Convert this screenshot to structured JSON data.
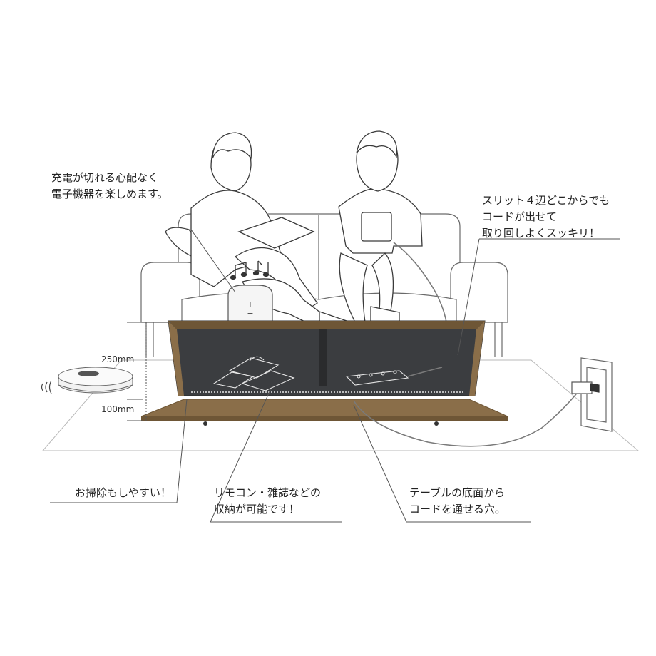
{
  "callouts": {
    "charging": {
      "line1": "充電が切れる心配なく",
      "line2": "電子機器を楽しめます。"
    },
    "slit": {
      "line1": "スリット４辺どこからでも",
      "line2": "コードが出せて",
      "line3": "取り回しよくスッキリ！"
    },
    "cleaning": {
      "line1": "お掃除もしやすい！"
    },
    "storage": {
      "line1": "リモコン・雑誌などの",
      "line2": "収納が可能です！"
    },
    "cord_hole": {
      "line1": "テーブルの底面から",
      "line2": "コードを通せる穴。"
    }
  },
  "dimensions": {
    "table_height": "250mm",
    "clearance": "100mm"
  },
  "speaker": {
    "plus": "+",
    "minus": "−"
  },
  "colors": {
    "wood": "#8a6e49",
    "wood_dark": "#6e5636",
    "interior": "#3b3d40",
    "line": "#5a5a5a",
    "light_line": "#9a9a9a"
  }
}
